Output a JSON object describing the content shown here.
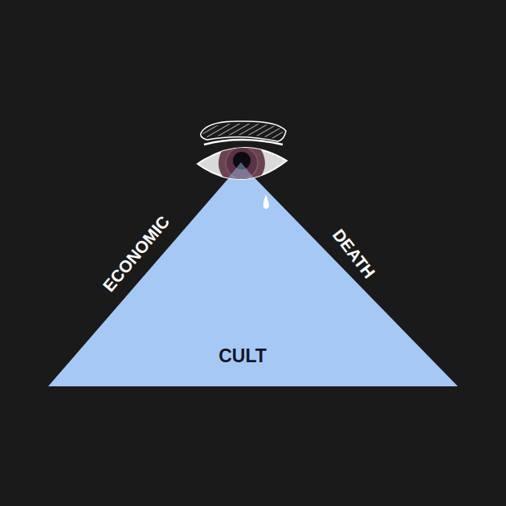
{
  "diagram": {
    "nodes": [
      {
        "text": [
          "CULT"
        ]
      }
    ],
    "labels": [
      "ECONOMIC",
      "DEATH"
    ]
  }
}
